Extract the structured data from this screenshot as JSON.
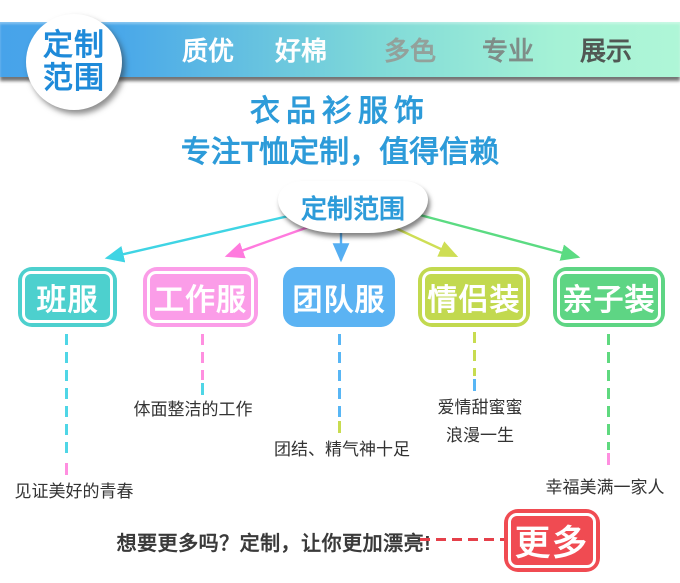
{
  "badge": {
    "line1": "定制",
    "line2": "范围"
  },
  "navbar": {
    "items": [
      {
        "label": "质优",
        "color": "#ffffff"
      },
      {
        "label": "好棉",
        "color": "#fdfefe"
      },
      {
        "label": "多色",
        "color": "#93a19b"
      },
      {
        "label": "专业",
        "color": "#7f8d88"
      },
      {
        "label": "展示",
        "color": "#515854"
      }
    ],
    "gradient_start": "#47a3ea",
    "gradient_end": "#aff6d7"
  },
  "header": {
    "brand": "衣品衫服饰",
    "slogan": "专注T恤定制，值得信赖",
    "text_color": "#2d9bd9"
  },
  "diagram": {
    "root_label": "定制范围",
    "categories": [
      {
        "label": "班服",
        "color": "#4dd0ce",
        "line_color": "#4fd6e6",
        "accent_color": "#ff8fe0",
        "benefit": "见证美好的青春"
      },
      {
        "label": "工作服",
        "color": "#fb9de8",
        "line_color": "#ff8fe0",
        "accent_color": "#4fd6e6",
        "benefit": "体面整洁的工作"
      },
      {
        "label": "团队服",
        "color": "#5bb3f3",
        "line_color": "#58b6f5",
        "accent_color": "#c8dc50",
        "benefit": "团结、精气神十足"
      },
      {
        "label": "情侣装",
        "color": "#c2d94f",
        "line_color": "#c8dc50",
        "accent_color": "#58b6f5",
        "benefit": "爱情甜蜜蜜",
        "benefit2": "浪漫一生"
      },
      {
        "label": "亲子装",
        "color": "#5ed584",
        "line_color": "#5fd97f",
        "accent_color": "#ff8fe0",
        "benefit": "幸福美满一家人"
      }
    ],
    "arrow_colors": [
      "#3fd4e4",
      "#ff7ade",
      "#55aef2",
      "#cede55",
      "#5bdb82"
    ]
  },
  "cta": {
    "text": "想要更多吗？定制，让你更加漂亮!",
    "more_label": "更多",
    "button_color": "#f04b52",
    "dash_color": "#e5404a"
  }
}
